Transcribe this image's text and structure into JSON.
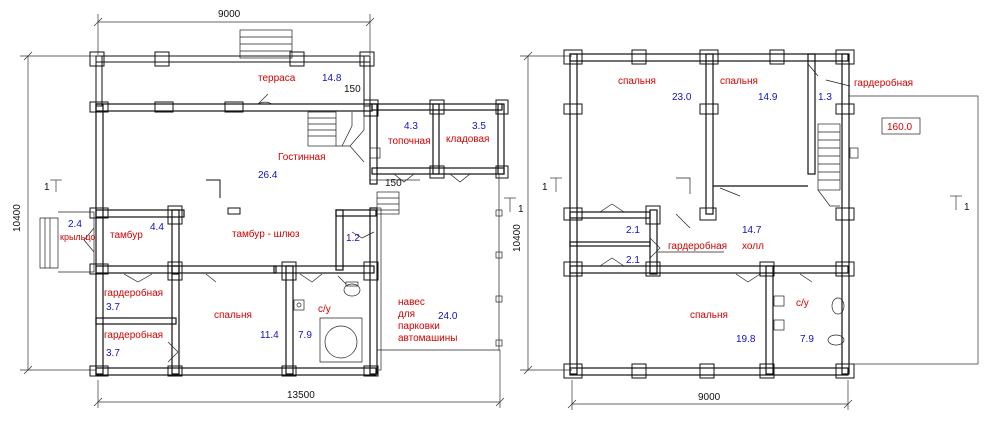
{
  "ground_floor": {
    "dims": {
      "top": "9000",
      "bottom": "13500",
      "left": "10400",
      "terrace_step": "150",
      "hall_step": "150"
    },
    "rooms": {
      "terrace": {
        "label": "терраса",
        "area": "14.8"
      },
      "boiler": {
        "label": "топочная",
        "area": "4.3"
      },
      "storage": {
        "label": "кладовая",
        "area": "3.5"
      },
      "living": {
        "label": "Гостинная",
        "area": "26.4"
      },
      "porch": {
        "label": "крыльцо",
        "area": "2.4"
      },
      "vestibule": {
        "label": "тамбур",
        "area": "4.4"
      },
      "airlock": {
        "label": "тамбур - шлюз",
        "area": "1.2"
      },
      "wardrobe1": {
        "label": "гардеробная",
        "area": "3.7"
      },
      "wardrobe2": {
        "label": "гардеробная",
        "area": "3.7"
      },
      "bedroom": {
        "label": "спальня",
        "area": "11.4"
      },
      "bath": {
        "label": "с/у",
        "area": "7.9"
      },
      "carport": {
        "label_lines": [
          "навес",
          "для",
          "парковки",
          "автомашины"
        ],
        "area": "24.0"
      }
    },
    "section_marks": [
      "1",
      "1"
    ]
  },
  "upper_floor": {
    "dims": {
      "left": "10400",
      "bottom": "9000"
    },
    "rooms": {
      "bedroom1": {
        "label": "спальня",
        "area": "23.0"
      },
      "bedroom2": {
        "label": "спальня",
        "area": "14.9"
      },
      "wardrobe": {
        "label": "гардеробная",
        "area": "1.3"
      },
      "closet1": {
        "area": "2.1"
      },
      "closet2": {
        "area": "2.1"
      },
      "wardrobe_hall": {
        "label": "гардеробная"
      },
      "hall": {
        "label": "холл",
        "area": "14.7"
      },
      "bedroom3": {
        "label": "спальня",
        "area": "19.8"
      },
      "bath": {
        "label": "с/у",
        "area": "7.9"
      }
    },
    "total_area": "160.0",
    "section_marks": [
      "1",
      "1"
    ]
  }
}
